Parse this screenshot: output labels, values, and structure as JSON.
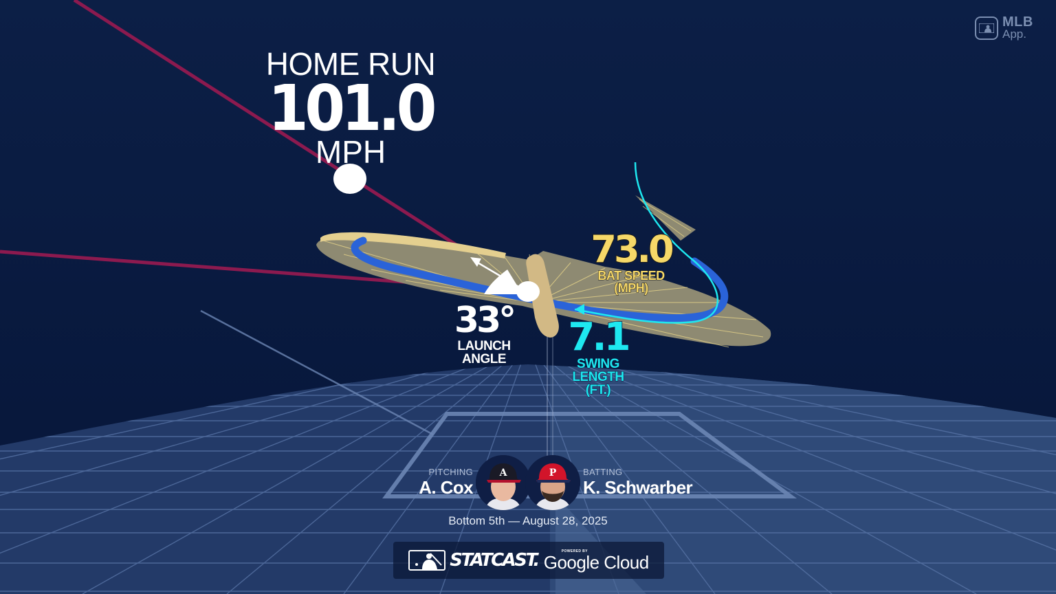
{
  "branding": {
    "app_logo_line1": "MLB",
    "app_logo_line2": "App.",
    "statcast_word": "STATCAST.",
    "powered_by": "POWERED BY",
    "google_cloud": "Google Cloud"
  },
  "result": {
    "label": "HOME RUN",
    "exit_velocity": "101.0",
    "unit": "MPH"
  },
  "stats": {
    "launch_angle": {
      "value": "33°",
      "label_line1": "LAUNCH",
      "label_line2": "ANGLE",
      "color": "#ffffff"
    },
    "bat_speed": {
      "value": "73.0",
      "label_line1": "BAT SPEED",
      "label_line2": "(MPH)",
      "color": "#f6d868"
    },
    "swing_length": {
      "value": "7.1",
      "label_line1": "SWING",
      "label_line2": "LENGTH",
      "label_line3": "(FT.)",
      "color": "#1ee8f0"
    }
  },
  "matchup": {
    "pitcher_role": "PITCHING",
    "pitcher_name": "A. Cox",
    "pitcher_team_cap_letter": "A",
    "batter_role": "BATTING",
    "batter_name": "K. Schwarber",
    "batter_team_cap_letter": "P"
  },
  "game": {
    "info": "Bottom 5th — August 28, 2025"
  },
  "colors": {
    "background": "#0b1d42",
    "field": "#2f4a78",
    "trajectory": "#8c1a4f",
    "swing_plane": "#8e8a72",
    "bat": "#d2b985",
    "swing_path_blue": "#2a63d8",
    "swing_path_cyan": "#1ee8f0"
  }
}
